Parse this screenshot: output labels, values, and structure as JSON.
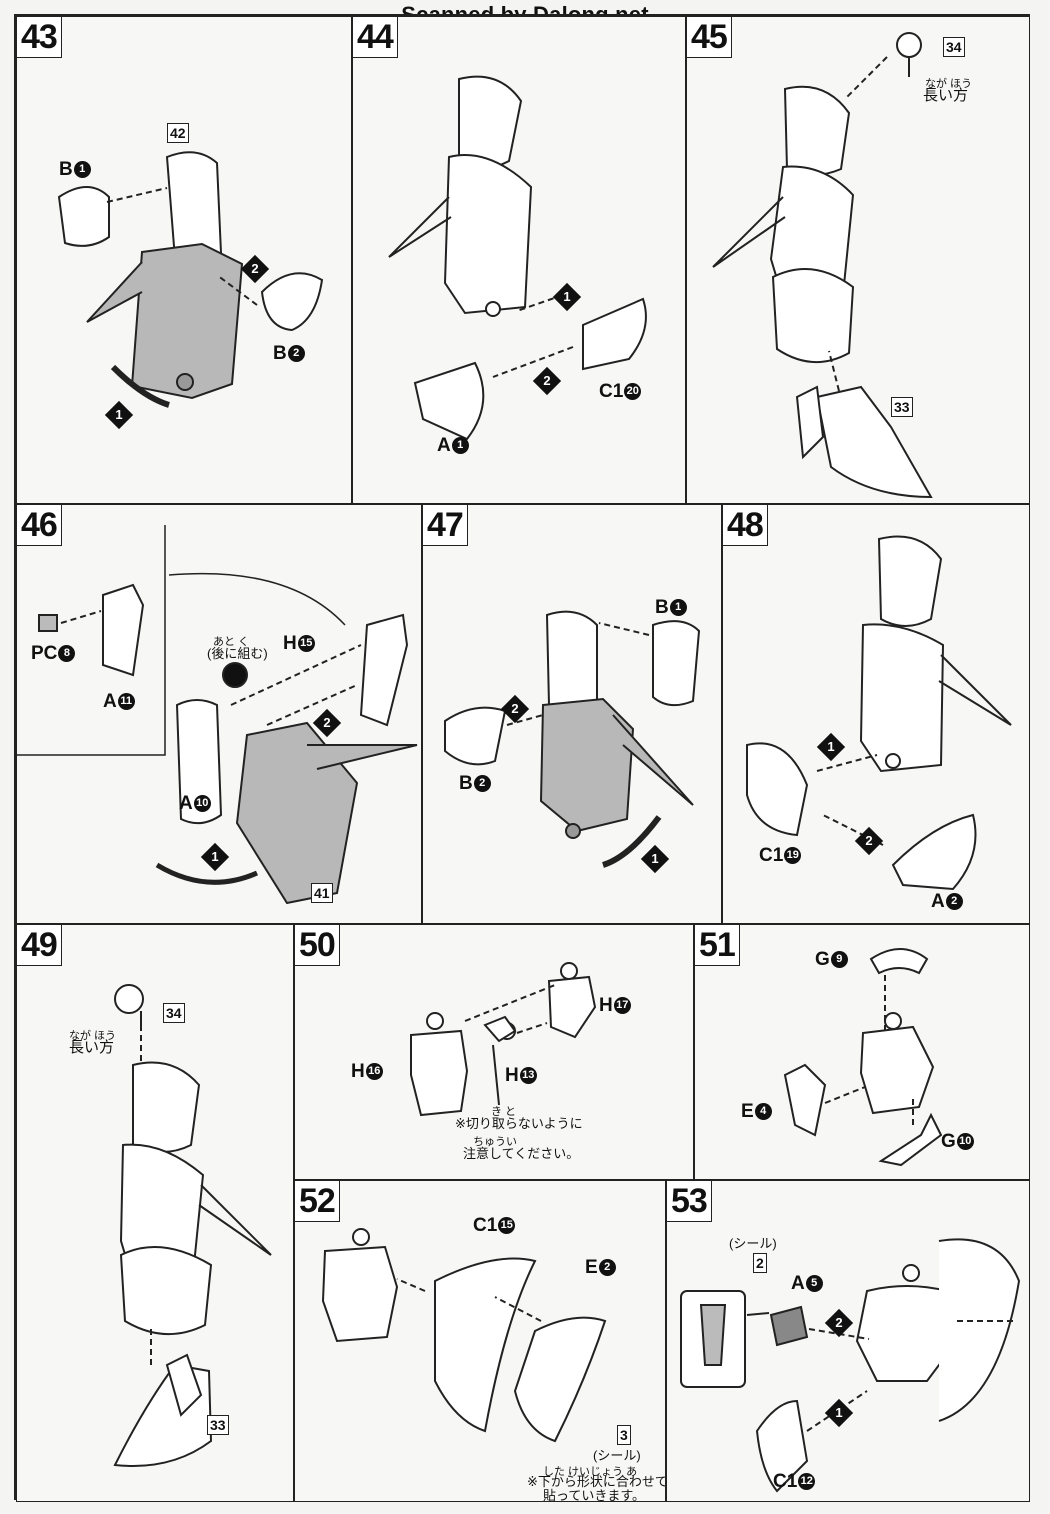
{
  "header": {
    "watermark": "Scanned by Dalong.net"
  },
  "steps": {
    "s43": {
      "number": "43",
      "ref": "42",
      "b1": "B",
      "b1n": "1",
      "b2": "B",
      "b2n": "2",
      "arrow1": "1",
      "arrow2": "2"
    },
    "s44": {
      "number": "44",
      "a": "A",
      "an": "1",
      "c": "C1",
      "cn": "20",
      "arrow1": "1",
      "arrow2": "2"
    },
    "s45": {
      "number": "45",
      "ref34": "34",
      "ref33": "33",
      "note": "長い方",
      "ruby": "なが ほう"
    },
    "s46": {
      "number": "46",
      "pc": "PC",
      "pcn": "8",
      "a11": "A",
      "a11n": "11",
      "h": "H",
      "hn": "15",
      "a10": "A",
      "a10n": "10",
      "ref": "41",
      "note": "(後に組む)",
      "ruby": "あと く",
      "arrow1": "1",
      "arrow2": "2"
    },
    "s47": {
      "number": "47",
      "b1": "B",
      "b1n": "1",
      "b2": "B",
      "b2n": "2",
      "arrow1": "1",
      "arrow2": "2"
    },
    "s48": {
      "number": "48",
      "c": "C1",
      "cn": "19",
      "a": "A",
      "an": "2",
      "arrow1": "1",
      "arrow2": "2"
    },
    "s49": {
      "number": "49",
      "ref34": "34",
      "ref33": "33",
      "note": "長い方",
      "ruby": "なが ほう"
    },
    "s50": {
      "number": "50",
      "h16": "H",
      "h16n": "16",
      "h13": "H",
      "h13n": "13",
      "h17": "H",
      "h17n": "17",
      "note1": "※切り取らないように",
      "note2": "注意してください。",
      "ruby1": "き と",
      "ruby2": "ちゅうい"
    },
    "s51": {
      "number": "51",
      "g9": "G",
      "g9n": "9",
      "e4": "E",
      "e4n": "4",
      "g10": "G",
      "g10n": "10"
    },
    "s52": {
      "number": "52",
      "c": "C1",
      "cn": "15",
      "e": "E",
      "en": "2",
      "seal": "(シール)",
      "sealn": "3",
      "note1": "※下から形状に合わせて",
      "note2": "貼っていきます。",
      "ruby1": "した けいじょう あ",
      "ruby2": "は"
    },
    "s53": {
      "number": "53",
      "seal": "(シール)",
      "sealn": "2",
      "a": "A",
      "an": "5",
      "c": "C1",
      "cn": "12",
      "arrow1": "1",
      "arrow2": "2"
    }
  }
}
